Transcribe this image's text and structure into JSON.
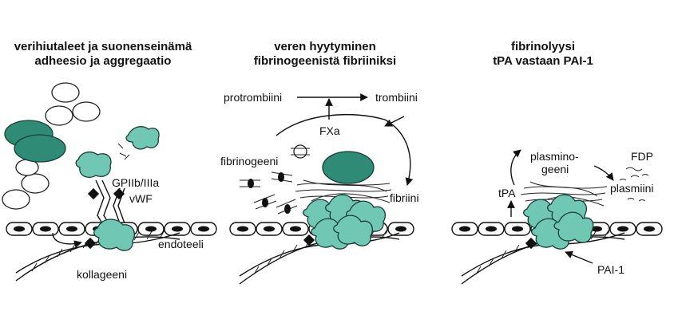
{
  "panels": [
    {
      "title_line1": "verihiutaleet ja suonenseinämä",
      "title_line2": "adheesio ja aggregaatio"
    },
    {
      "title_line1": "veren hyytyminen",
      "title_line2": "fibrinogeenistä fibriiniksi"
    },
    {
      "title_line1": "fibrinolyysi",
      "title_line2": "tPA vastaan PAI-1"
    }
  ],
  "labels": {
    "gpiib": "GPIIb/IIIa",
    "vwf": "vWF",
    "endoteeli": "endoteeli",
    "kollageeni": "kollageeni",
    "protrombiini": "protrombiini",
    "trombiini": "trombiini",
    "fxa": "FXa",
    "fibrinogeeni": "fibrinogeeni",
    "fibriini": "fibriini",
    "plasmino_1": "plasmino-",
    "plasmino_2": "geeni",
    "fdp": "FDP",
    "tpa": "tPA",
    "plasmiini": "plasmiini",
    "pai1": "PAI-1"
  },
  "colors": {
    "platelet_light": "#6fc7b4",
    "platelet_dark": "#2f8a76"
  }
}
